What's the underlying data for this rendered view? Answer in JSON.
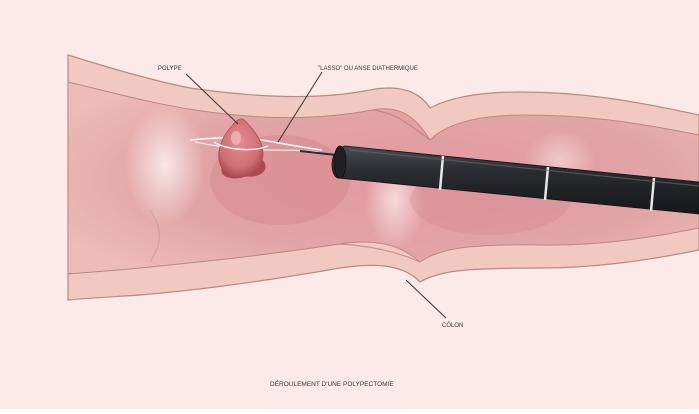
{
  "diagram": {
    "labels": {
      "polyp": "POLYPE",
      "snare": "\"LASSO\" OU ANSE DIATHERMIQUE",
      "colon": "CÔLON",
      "caption": "DÉROULEMENT D'UNE POLYPECTOMIE"
    },
    "colors": {
      "background": "#fbeae8",
      "colon_outer": "#f2c9c0",
      "colon_wall_line": "#b98a80",
      "colon_inner": "#e4a2a4",
      "colon_inner_dark": "#cd7b82",
      "highlight": "#fbeeee",
      "polyp": "#cf6f73",
      "polyp_dark": "#a94850",
      "endoscope": "#2a2d31",
      "endoscope_band": "#e7e7e7",
      "leader_line": "#333333",
      "label_text": "#3a3a3a"
    }
  }
}
